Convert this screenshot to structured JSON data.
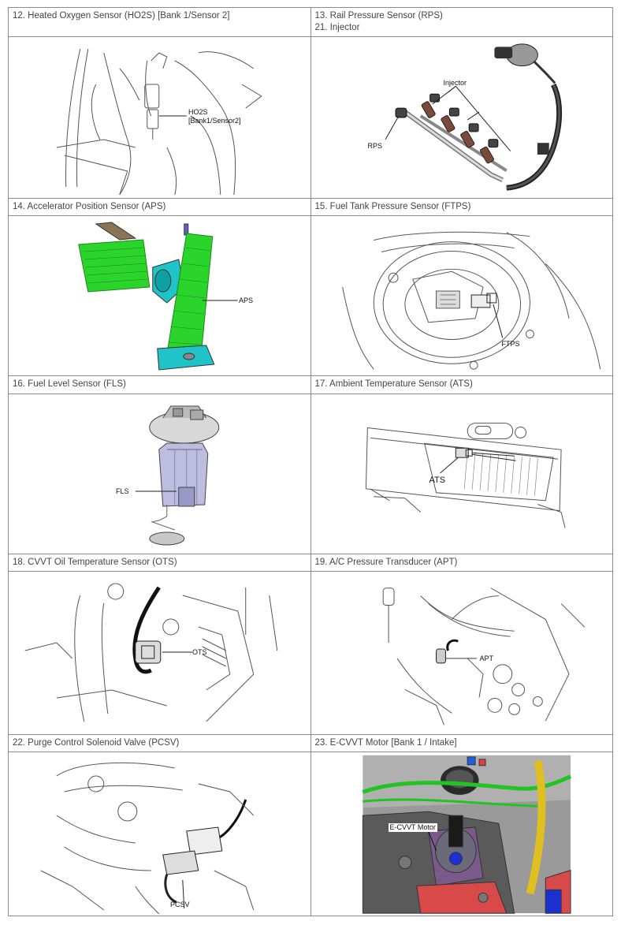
{
  "rows": [
    {
      "left": {
        "titles": [
          "12. Heated Oxygen Sensor (HO2S) [Bank 1/Sensor 2]"
        ],
        "labels": [
          "HO2S",
          "[Bank1/Sensor2]"
        ],
        "icon": "ho2s-sensor-icon"
      },
      "right": {
        "titles": [
          "13. Rail Pressure Sensor (RPS)",
          "21. Injector"
        ],
        "labels": [
          "Injector",
          "RPS"
        ],
        "icon": "fuel-rail-icon"
      }
    },
    {
      "left": {
        "titles": [
          "14. Accelerator Position Sensor (APS)"
        ],
        "labels": [
          "APS"
        ],
        "icon": "accelerator-pedal-icon"
      },
      "right": {
        "titles": [
          "15. Fuel Tank Pressure Sensor (FTPS)"
        ],
        "labels": [
          "FTPS"
        ],
        "icon": "fuel-tank-sensor-icon"
      }
    },
    {
      "left": {
        "titles": [
          "16. Fuel Level Sensor (FLS)"
        ],
        "labels": [
          "FLS"
        ],
        "icon": "fuel-pump-module-icon"
      },
      "right": {
        "titles": [
          "17. Ambient Temperature Sensor (ATS)"
        ],
        "labels": [
          "ATS"
        ],
        "icon": "ambient-sensor-icon"
      }
    },
    {
      "left": {
        "titles": [
          "18. CVVT Oil Temperature Sensor (OTS)"
        ],
        "labels": [
          "OTS"
        ],
        "icon": "ots-sensor-icon"
      },
      "right": {
        "titles": [
          "19. A/C Pressure Transducer (APT)"
        ],
        "labels": [
          "APT"
        ],
        "icon": "ac-transducer-icon"
      }
    },
    {
      "left": {
        "titles": [
          "22. Purge Control Solenoid Valve (PCSV)"
        ],
        "labels": [
          "PCSV"
        ],
        "icon": "purge-valve-icon"
      },
      "right": {
        "titles": [
          "23. E-CVVT Motor [Bank 1 / Intake]"
        ],
        "labels": [
          "E-CVVT Motor"
        ],
        "icon": "ecvvt-motor-icon"
      }
    }
  ],
  "colors": {
    "border": "#8a8a8a",
    "title": "#444444",
    "line": "#555555",
    "pedal_green": "#2bd42b",
    "bracket_cyan": "#1fc4c8",
    "engine_green": "#22c422",
    "engine_red": "#d84a4a",
    "engine_blue": "#1c2fd0"
  }
}
